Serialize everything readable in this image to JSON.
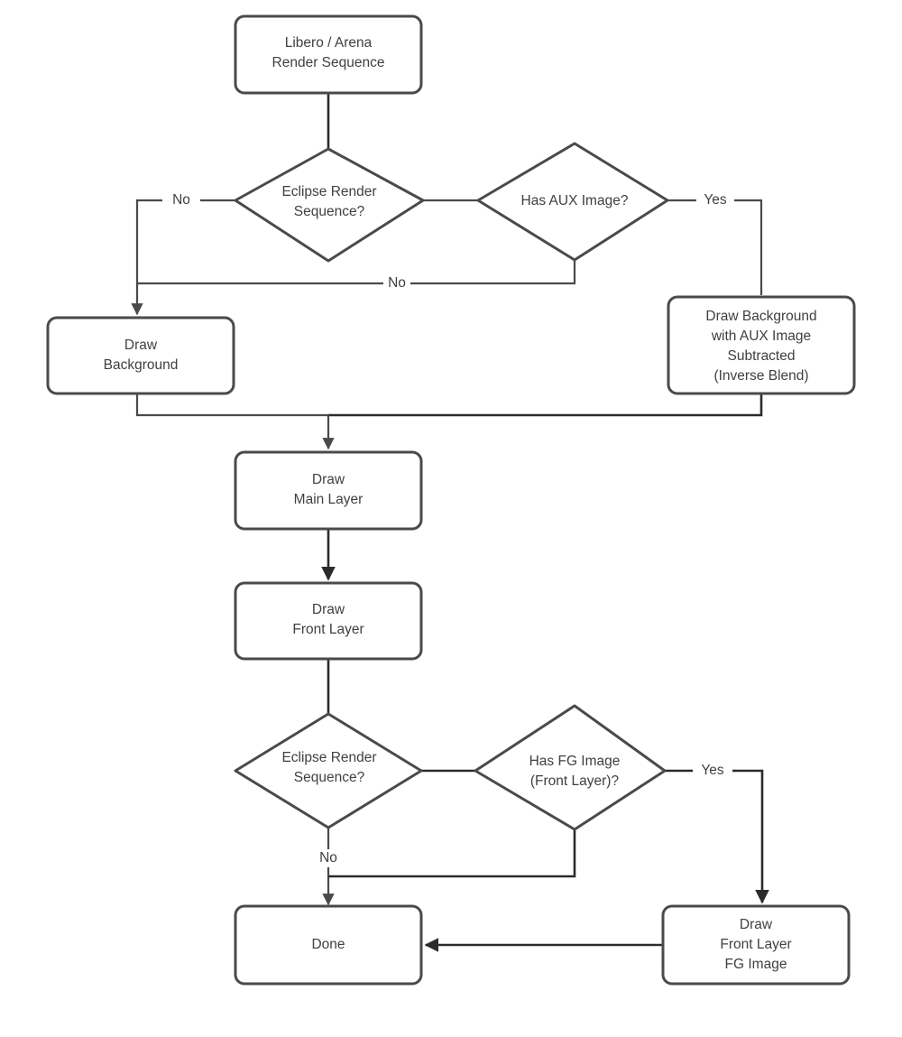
{
  "diagram": {
    "type": "flowchart",
    "title": "Libero / Arena Render Sequence",
    "background_color": "#ffffff",
    "node_stroke_color": "#4a4a4a",
    "node_fill_color": "#ffffff",
    "text_color": "#404040",
    "edge_color": "#4a4a4a",
    "nodes": {
      "start": {
        "shape": "rounded-rect",
        "line1": "Libero / Arena",
        "line2": "Render Sequence"
      },
      "eclipse_check_1": {
        "shape": "diamond",
        "line1": "Eclipse Render",
        "line2": "Sequence?"
      },
      "has_aux": {
        "shape": "diamond",
        "line1": "Has AUX Image?"
      },
      "draw_background": {
        "shape": "rounded-rect",
        "line1": "Draw",
        "line2": "Background"
      },
      "draw_background_aux": {
        "shape": "rounded-rect",
        "line1": "Draw Background",
        "line2": "with AUX Image",
        "line3": "Subtracted",
        "line4": "(Inverse Blend)"
      },
      "draw_main_layer": {
        "shape": "rounded-rect",
        "line1": "Draw",
        "line2": "Main Layer"
      },
      "draw_front_layer": {
        "shape": "rounded-rect",
        "line1": "Draw",
        "line2": "Front Layer"
      },
      "eclipse_check_2": {
        "shape": "diamond",
        "line1": "Eclipse Render",
        "line2": "Sequence?"
      },
      "has_fg": {
        "shape": "diamond",
        "line1": "Has FG Image",
        "line2": "(Front Layer)?"
      },
      "draw_front_fg": {
        "shape": "rounded-rect",
        "line1": "Draw",
        "line2": "Front Layer",
        "line3": "FG Image"
      },
      "done": {
        "shape": "rounded-rect",
        "line1": "Done"
      }
    },
    "edge_labels": {
      "eclipse1_no": "No",
      "aux_yes": "Yes",
      "aux_no": "No",
      "eclipse2_no": "No",
      "fg_yes": "Yes"
    }
  }
}
